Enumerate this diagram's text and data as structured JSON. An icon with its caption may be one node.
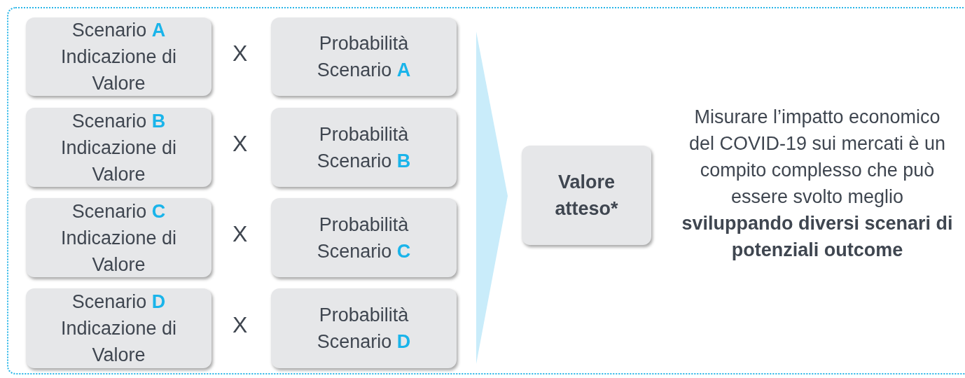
{
  "diagram": {
    "nodes": [
      {
        "text": [
          "Scenario **A** Indicazione di Valore"
        ]
      },
      {
        "text": [
          "Probabilità Scenario **A**"
        ]
      },
      {
        "text": [
          "Scenario **B** Indicazione di Valore"
        ]
      },
      {
        "text": [
          "Probabilità Scenario **B**"
        ]
      },
      {
        "text": [
          "Scenario **C** Indicazione di Valore"
        ]
      },
      {
        "text": [
          "Probabilità Scenario **C**"
        ]
      },
      {
        "text": [
          "Scenario **D** Indicazione di Valore"
        ]
      },
      {
        "text": [
          "Probabilità Scenario **D**"
        ]
      },
      {
        "text": [
          "Valore atteso*"
        ]
      },
      {
        "text": [],
        "shape": "triangle"
      }
    ],
    "edges": [],
    "labels": [
      "X",
      "X",
      "X",
      "X",
      "Misurare l’impatto economico del COVID-19 sui mercati è un compito complesso che può essere svolto meglio **sviluppando diversi scenari di potenziali outcome**"
    ]
  }
}
